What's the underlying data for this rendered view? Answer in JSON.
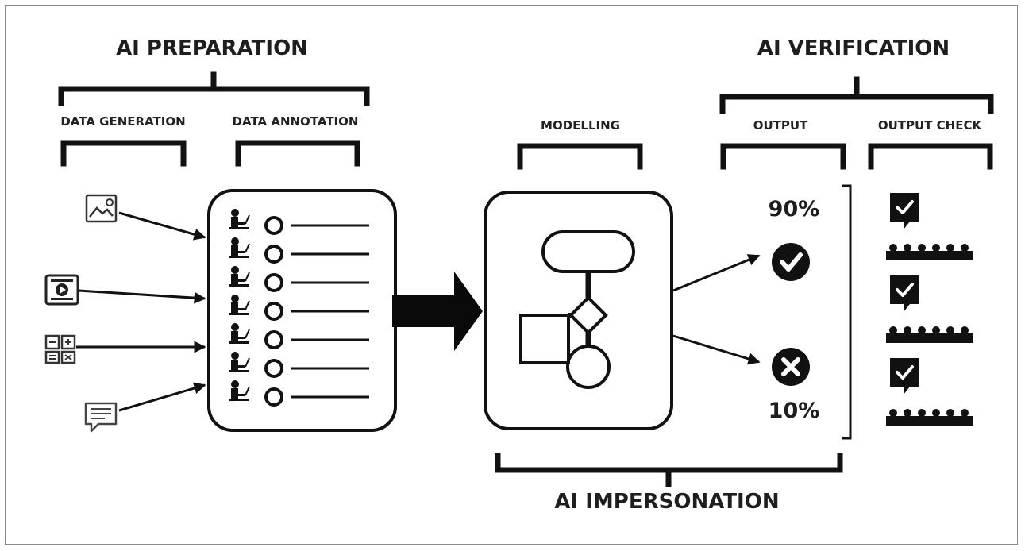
{
  "sections": {
    "preparation": "AI PREPARATION",
    "verification": "AI VERIFICATION",
    "impersonation": "AI IMPERSONATION"
  },
  "stages": {
    "data_generation": "DATA GENERATION",
    "data_annotation": "DATA ANNOTATION",
    "modelling": "MODELLING",
    "output": "OUTPUT",
    "output_check": "OUTPUT CHECK"
  },
  "outputs": {
    "correct_pct": "90%",
    "incorrect_pct": "10%"
  },
  "input_icons": [
    "image-icon",
    "video-icon",
    "calculator-icon",
    "chat-message-icon"
  ],
  "annotator_rows": 7,
  "check_rows": 3,
  "colors": {
    "ink": "#111111",
    "background": "#ffffff",
    "frame": "#8a8a8a"
  }
}
